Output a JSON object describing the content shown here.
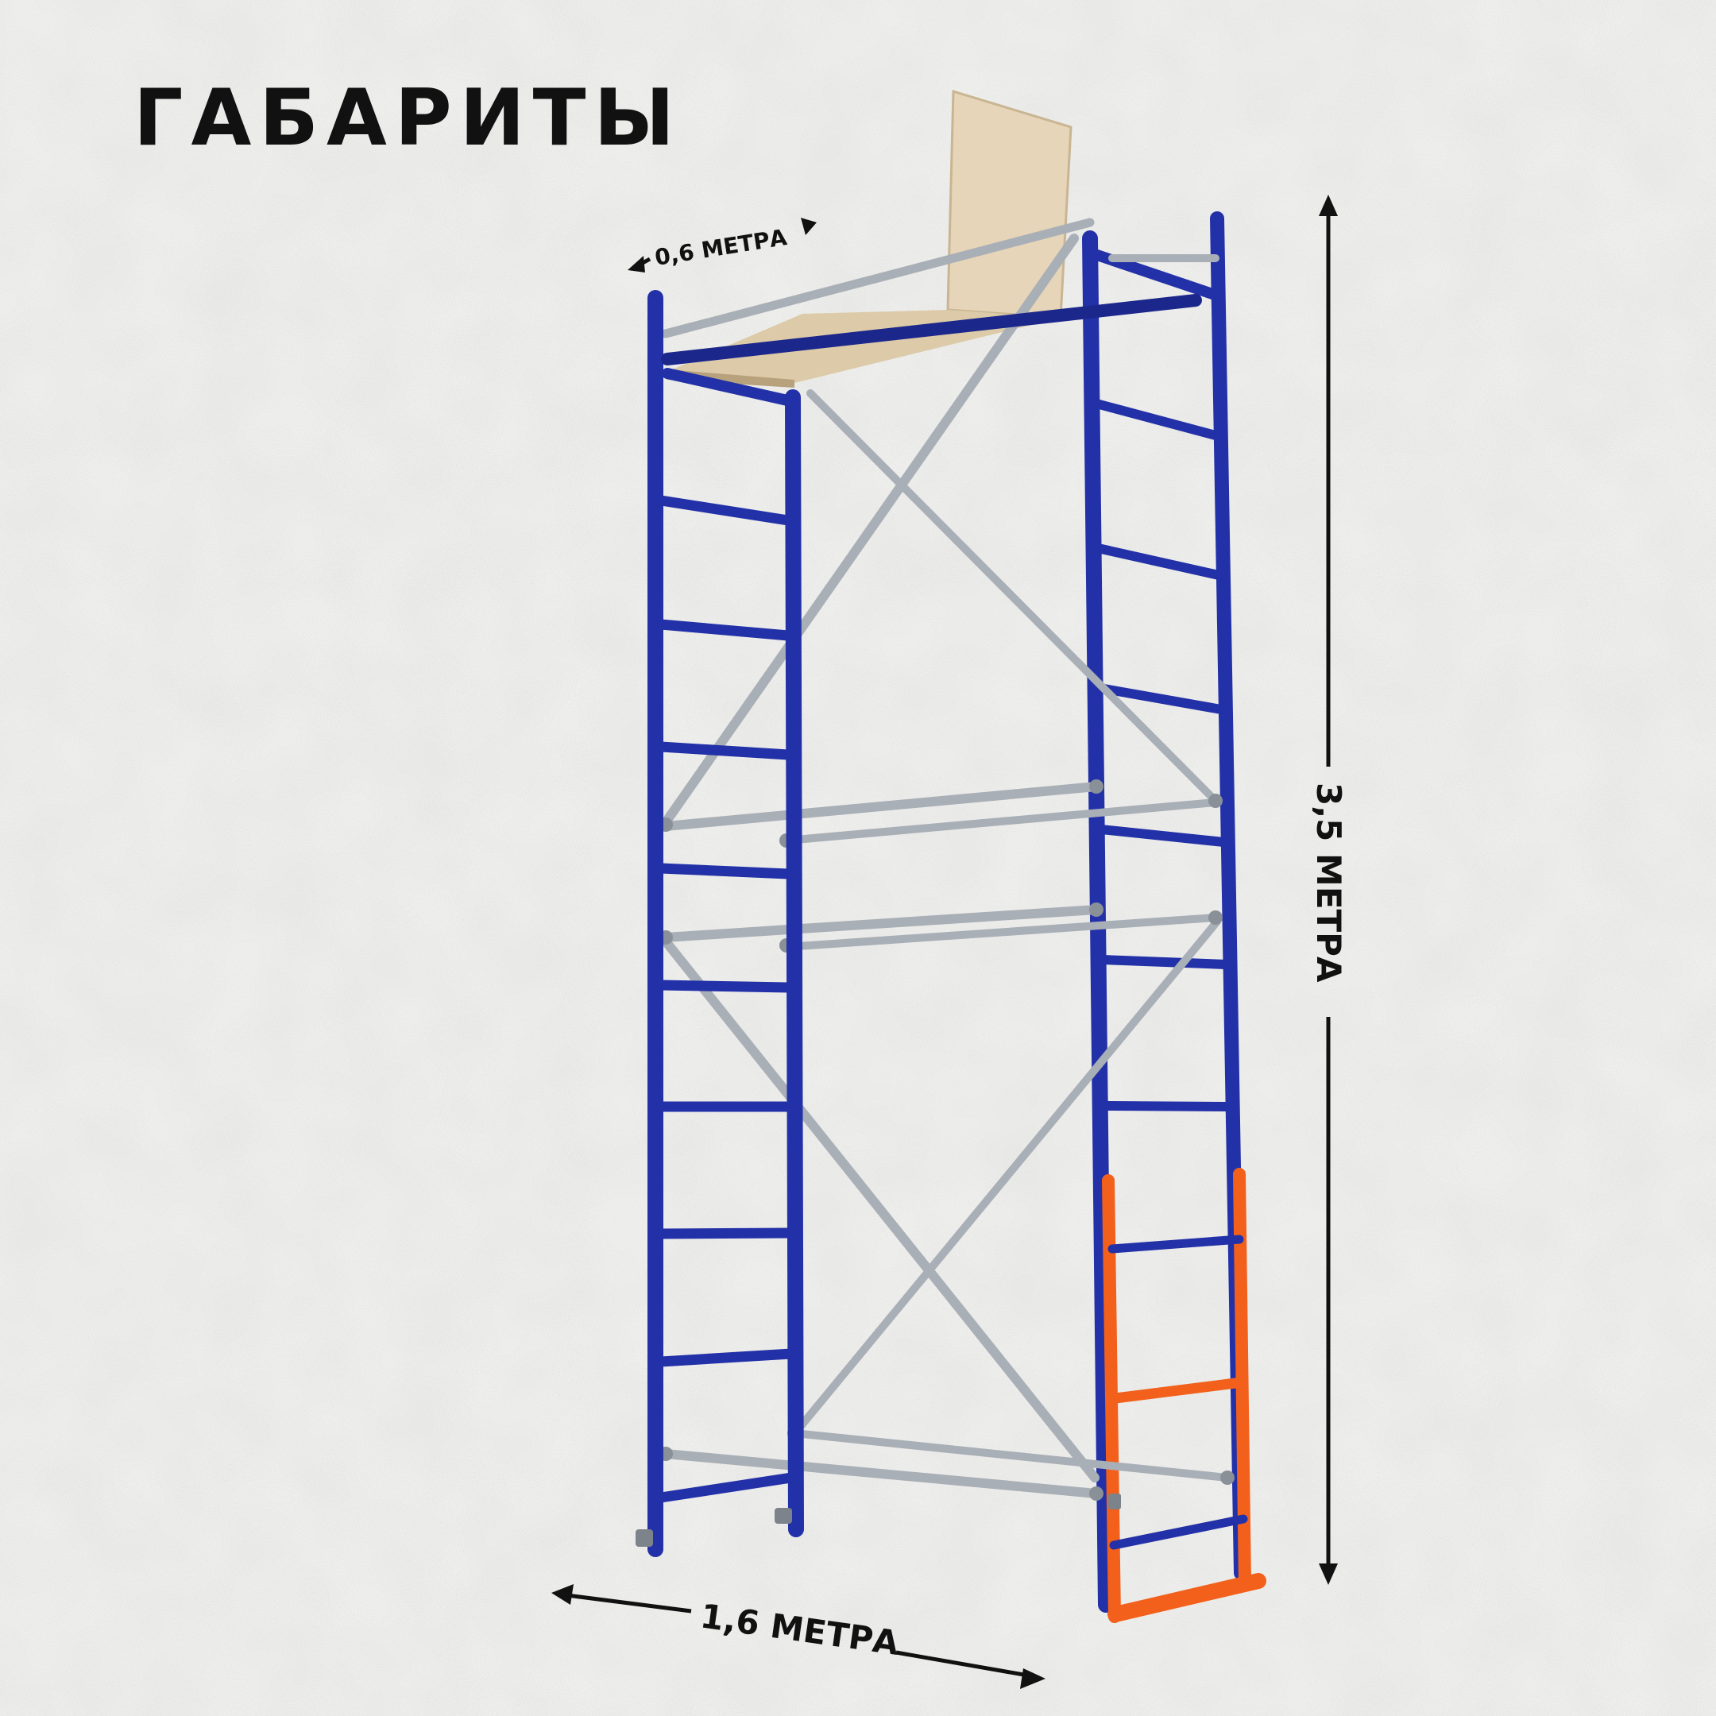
{
  "title": "ГАБАРИТЫ",
  "dimensions": {
    "depth_label": "0,6 МЕТРА",
    "height_label": "3,5 МЕТРА",
    "length_label": "1,6 МЕТРА"
  },
  "colors": {
    "frame": "#2331a8",
    "frame_dark": "#18227a",
    "tube": "#a9afb6",
    "ladder": "#f2601c",
    "board": "#e3d2b4",
    "text": "#111111"
  }
}
